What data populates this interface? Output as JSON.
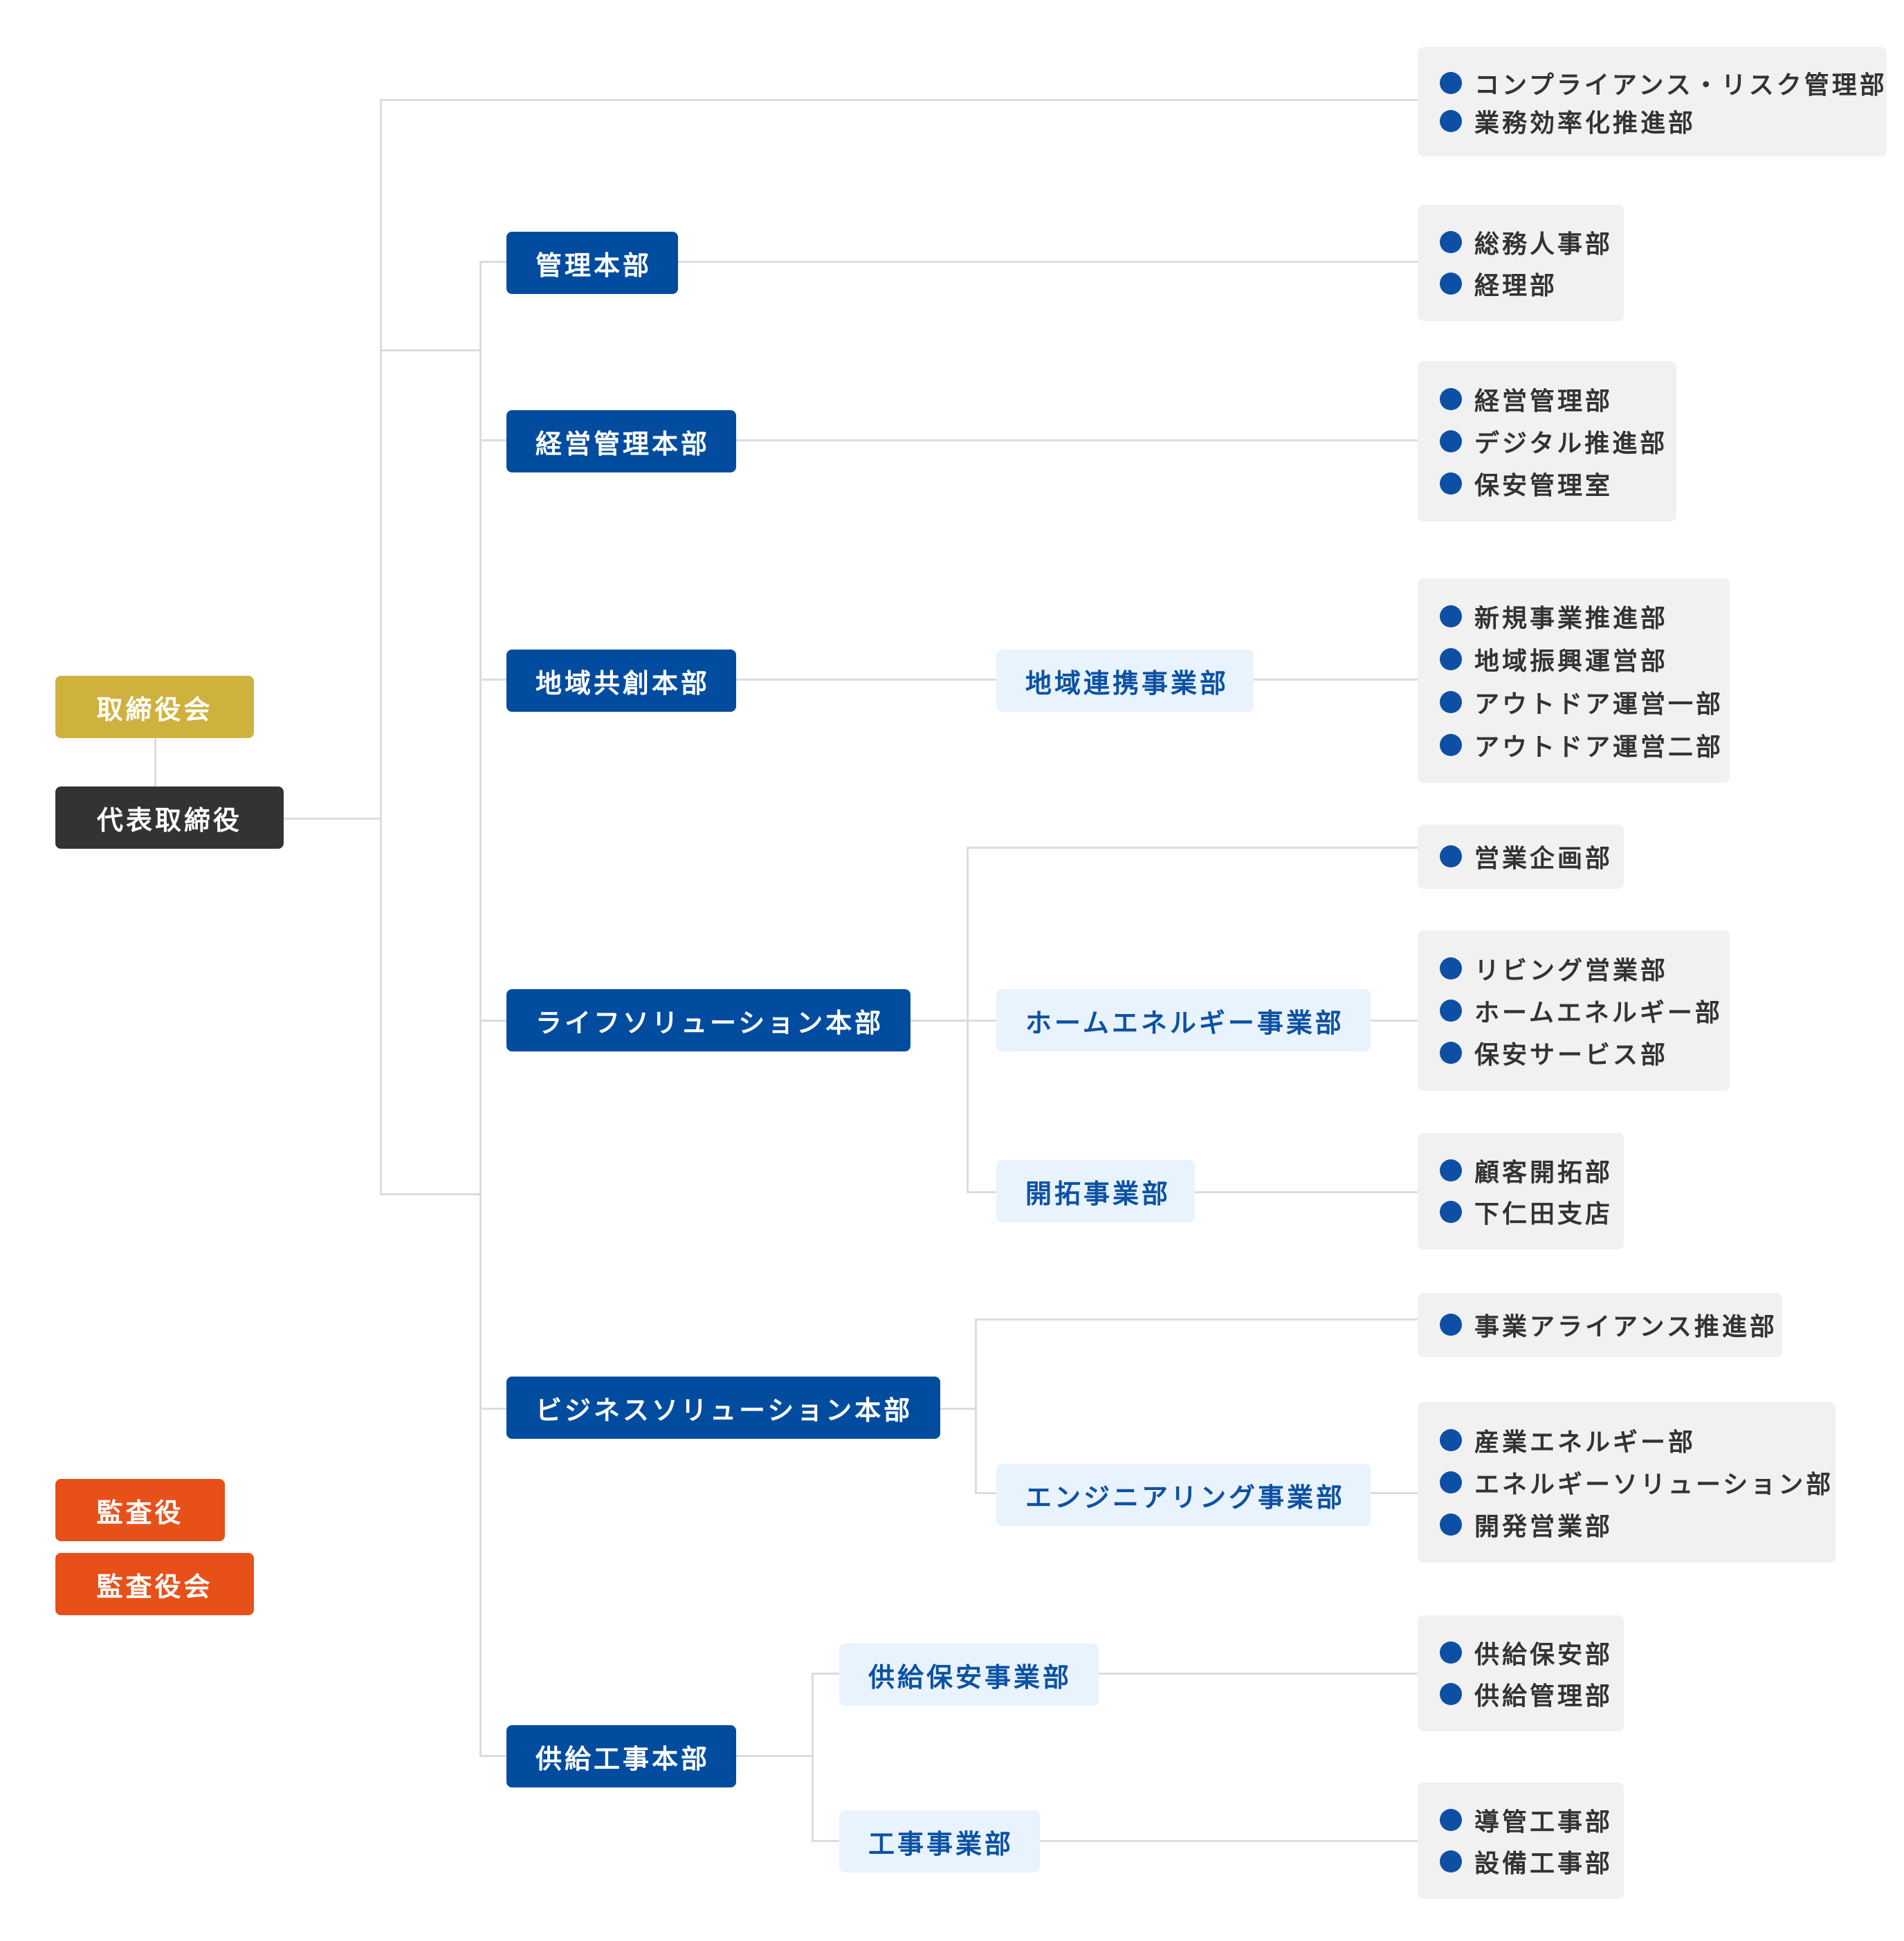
{
  "board": "取締役会",
  "president": "代表取締役",
  "auditor": "監査役",
  "audit_board": "監査役会",
  "direct_departments": [
    "コンプライアンス・リスク管理部",
    "業務効率化推進部"
  ],
  "headquarters": [
    {
      "name": "管理本部",
      "departments": [
        "総務人事部",
        "経理部"
      ]
    },
    {
      "name": "経営管理本部",
      "departments": [
        "経営管理部",
        "デジタル推進部",
        "保安管理室"
      ]
    },
    {
      "name": "地域共創本部",
      "divisions": [
        {
          "name": "地域連携事業部",
          "departments": [
            "新規事業推進部",
            "地域振興運営部",
            "アウトドア運営一部",
            "アウトドア運営二部"
          ]
        }
      ]
    },
    {
      "name": "ライフソリューション本部",
      "direct_departments": [
        "営業企画部"
      ],
      "divisions": [
        {
          "name": "ホームエネルギー事業部",
          "departments": [
            "リビング営業部",
            "ホームエネルギー部",
            "保安サービス部"
          ]
        },
        {
          "name": "開拓事業部",
          "departments": [
            "顧客開拓部",
            "下仁田支店"
          ]
        }
      ]
    },
    {
      "name": "ビジネスソリューション本部",
      "direct_departments": [
        "事業アライアンス推進部"
      ],
      "divisions": [
        {
          "name": "エンジニアリング事業部",
          "departments": [
            "産業エネルギー部",
            "エネルギーソリューション部",
            "開発営業部"
          ]
        }
      ]
    },
    {
      "name": "供給工事本部",
      "divisions": [
        {
          "name": "供給保安事業部",
          "departments": [
            "供給保安部",
            "供給管理部"
          ]
        },
        {
          "name": "工事事業部",
          "departments": [
            "導管工事部",
            "設備工事部"
          ]
        }
      ]
    }
  ]
}
